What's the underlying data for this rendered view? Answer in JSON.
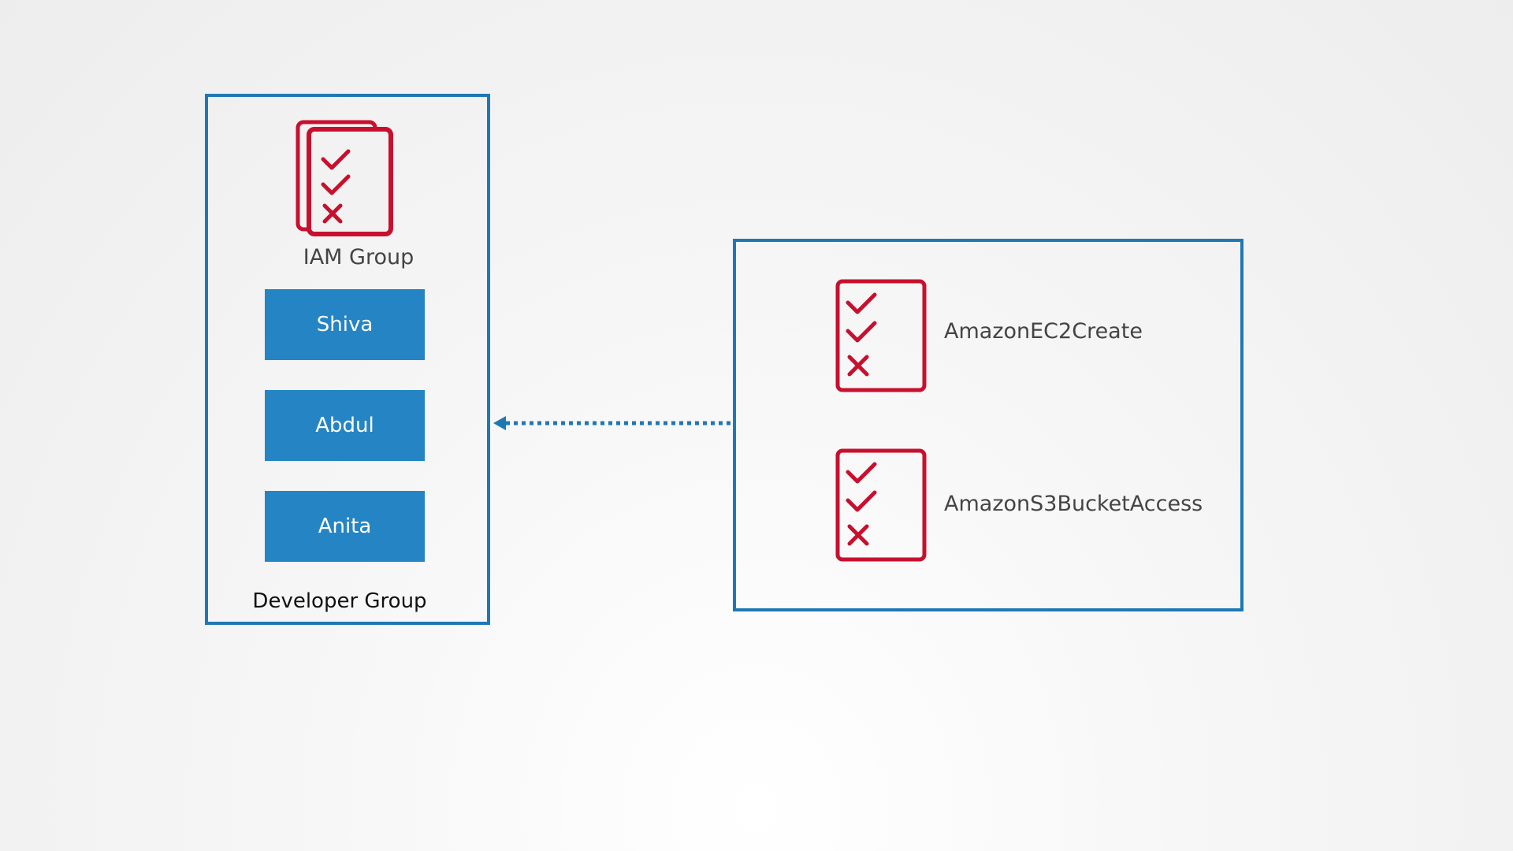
{
  "colors": {
    "accent_blue": "#1f78b4",
    "user_box_blue": "#2585c4",
    "policy_red": "#c8102e"
  },
  "group": {
    "icon": "policy-document-stack-icon",
    "type_label": "IAM Group",
    "users": [
      "Shiva",
      "Abdul",
      "Anita"
    ],
    "name": "Developer Group"
  },
  "connector": {
    "style": "dotted-arrow",
    "direction": "policies-to-group"
  },
  "policies": [
    {
      "icon": "policy-document-icon",
      "name": "AmazonEC2Create"
    },
    {
      "icon": "policy-document-icon",
      "name": "AmazonS3BucketAccess"
    }
  ]
}
